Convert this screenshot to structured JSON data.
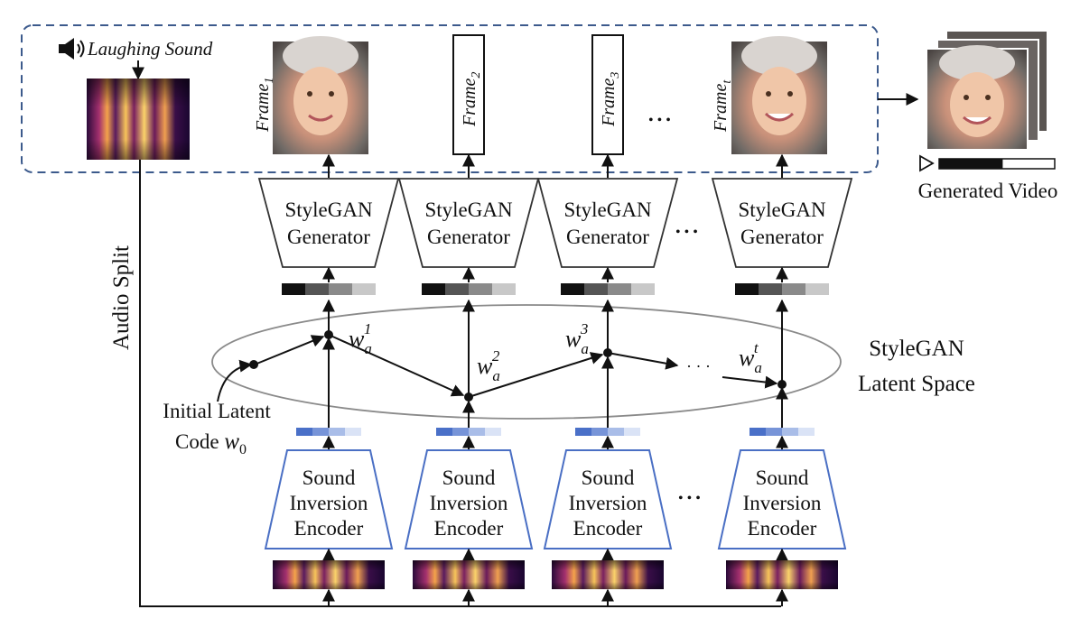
{
  "audio": {
    "title": "Laughing Sound",
    "split_label": "Audio Split"
  },
  "frames": [
    {
      "name": "Frame",
      "sub": "1",
      "kind": "image"
    },
    {
      "name": "Frame",
      "sub": "2",
      "kind": "placeholder"
    },
    {
      "name": "Frame",
      "sub": "3",
      "kind": "placeholder"
    },
    {
      "name": "Frame",
      "sub": "t",
      "kind": "image"
    }
  ],
  "ellipsis": "• • •",
  "ellipsis_small": "· · ·",
  "generator": {
    "line1": "StyleGAN",
    "line2": "Generator"
  },
  "encoder": {
    "line1": "Sound",
    "line2": "Inversion",
    "line3": "Encoder"
  },
  "latent_codes": [
    {
      "base": "w",
      "sub": "a",
      "sup": "1"
    },
    {
      "base": "w",
      "sub": "a",
      "sup": "2"
    },
    {
      "base": "w",
      "sub": "a",
      "sup": "3"
    },
    {
      "base": "w",
      "sub": "a",
      "sup": "t"
    }
  ],
  "latent_space": {
    "line1": "StyleGAN",
    "line2": "Latent Space"
  },
  "initial": {
    "line1": "Initial Latent",
    "line2": "Code",
    "code_base": "w",
    "code_sub": "0"
  },
  "output": {
    "label": "Generated Video",
    "progress": 0.55
  },
  "colors": {
    "encoder_stroke": "#4a6fc4",
    "dashed_border": "#3c5a8c",
    "ellipse": "#888888",
    "style_vec": [
      "#111111",
      "#555555",
      "#8a8a8a",
      "#c8c8c8"
    ],
    "latent_vec": [
      "#4a70c8",
      "#7794d8",
      "#a9bde8",
      "#dae3f6"
    ]
  }
}
